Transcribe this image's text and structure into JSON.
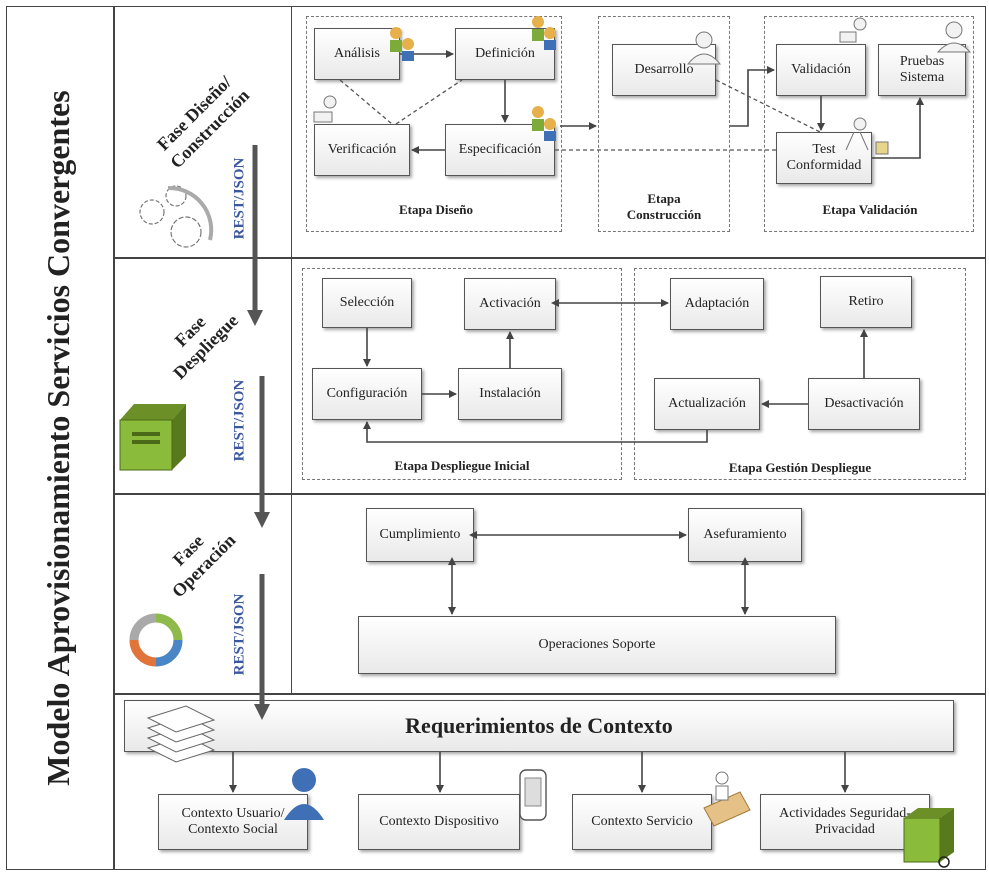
{
  "main_title": "Modelo Aprovisionamiento Servicios Convergentes",
  "api_label": "REST/JSON",
  "phases": {
    "diseno": {
      "label": "Fase Diseño/\nConstrucción",
      "stages": {
        "diseno": "Etapa Diseño",
        "construccion": "Etapa\nConstrucción",
        "validacion": "Etapa Validación"
      },
      "boxes": {
        "analisis": "Análisis",
        "definicion": "Definición",
        "verificacion": "Verificación",
        "especificacion": "Especificación",
        "desarrollo": "Desarrollo",
        "validacion": "Validación",
        "pruebas": "Pruebas\nSistema",
        "test": "Test\nConformidad"
      }
    },
    "despliegue": {
      "label": "Fase\nDespliegue",
      "stages": {
        "inicial": "Etapa Despliegue Inicial",
        "gestion": "Etapa Gestión Despliegue"
      },
      "boxes": {
        "seleccion": "Selección",
        "activacion": "Activación",
        "configuracion": "Configuración",
        "instalacion": "Instalación",
        "adaptacion": "Adaptación",
        "retiro": "Retiro",
        "actualizacion": "Actualización",
        "desactivacion": "Desactivación"
      }
    },
    "operacion": {
      "label": "Fase\nOperación",
      "boxes": {
        "cumplimiento": "Cumplimiento",
        "aseguramiento": "Asefuramiento",
        "soporte": "Operaciones Soporte"
      }
    }
  },
  "context": {
    "title": "Requerimientos de Contexto",
    "items": {
      "usuario": "Contexto Usuario/\nContexto Social",
      "dispositivo": "Contexto Dispositivo",
      "servicio": "Contexto Servicio",
      "seguridad": "Actividades Seguridad-\nPrivacidad"
    }
  },
  "colors": {
    "api": "#3a57a0",
    "server": "#8bbb3a",
    "user_icon": "#3f6fb5",
    "cycle_orange": "#e0743a",
    "cycle_green": "#8dba4a",
    "cycle_blue": "#4a86c5",
    "cycle_grey": "#a9a9a9"
  },
  "icons": [
    "gears-icon",
    "server-icon",
    "cycle-icon",
    "documents-icon",
    "user-icon",
    "phone-icon",
    "service-desk-icon",
    "server-key-icon",
    "people-icon",
    "person-icon"
  ]
}
